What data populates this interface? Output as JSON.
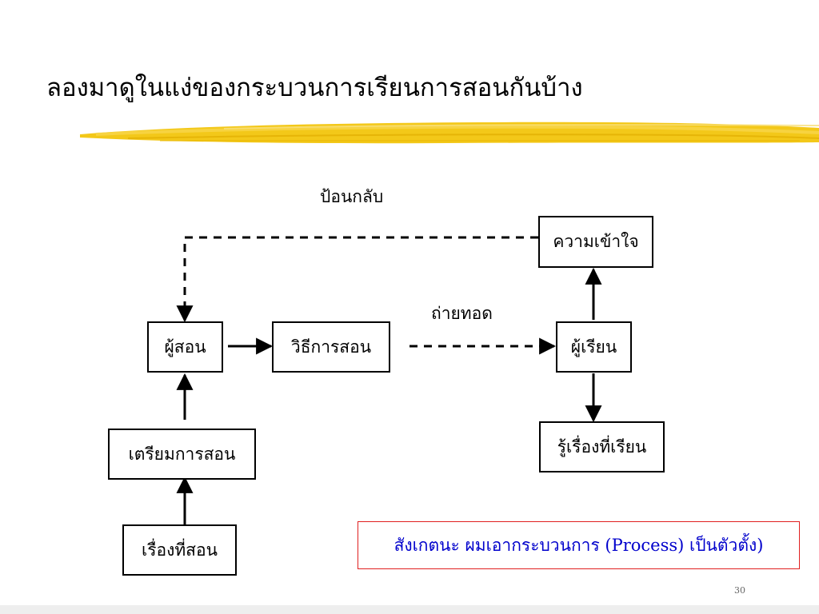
{
  "slide": {
    "title": "ลองมาดูในแง่ของกระบวนการเรียนการสอนกันบ้าง",
    "page_number": "30"
  },
  "diagram": {
    "nodes": {
      "teacher": "ผู้สอน",
      "teaching_method": "วิธีการสอน",
      "learner": "ผู้เรียน",
      "understanding": "ความเข้าใจ",
      "learned_topic": "รู้เรื่องที่เรียน",
      "lesson_prep": "เตรียมการสอน",
      "teaching_topic": "เรื่องที่สอน"
    },
    "edge_labels": {
      "feedback": "ป้อนกลับ",
      "transfer": "ถ่ายทอด"
    }
  },
  "note": {
    "text": "สังเกตนะ ผมเอากระบวนการ (Process) เป็นตัวตั้ง)"
  },
  "colors": {
    "highlight_stroke": "#f2c200",
    "note_border": "#e02020",
    "note_text": "#0000cc"
  }
}
